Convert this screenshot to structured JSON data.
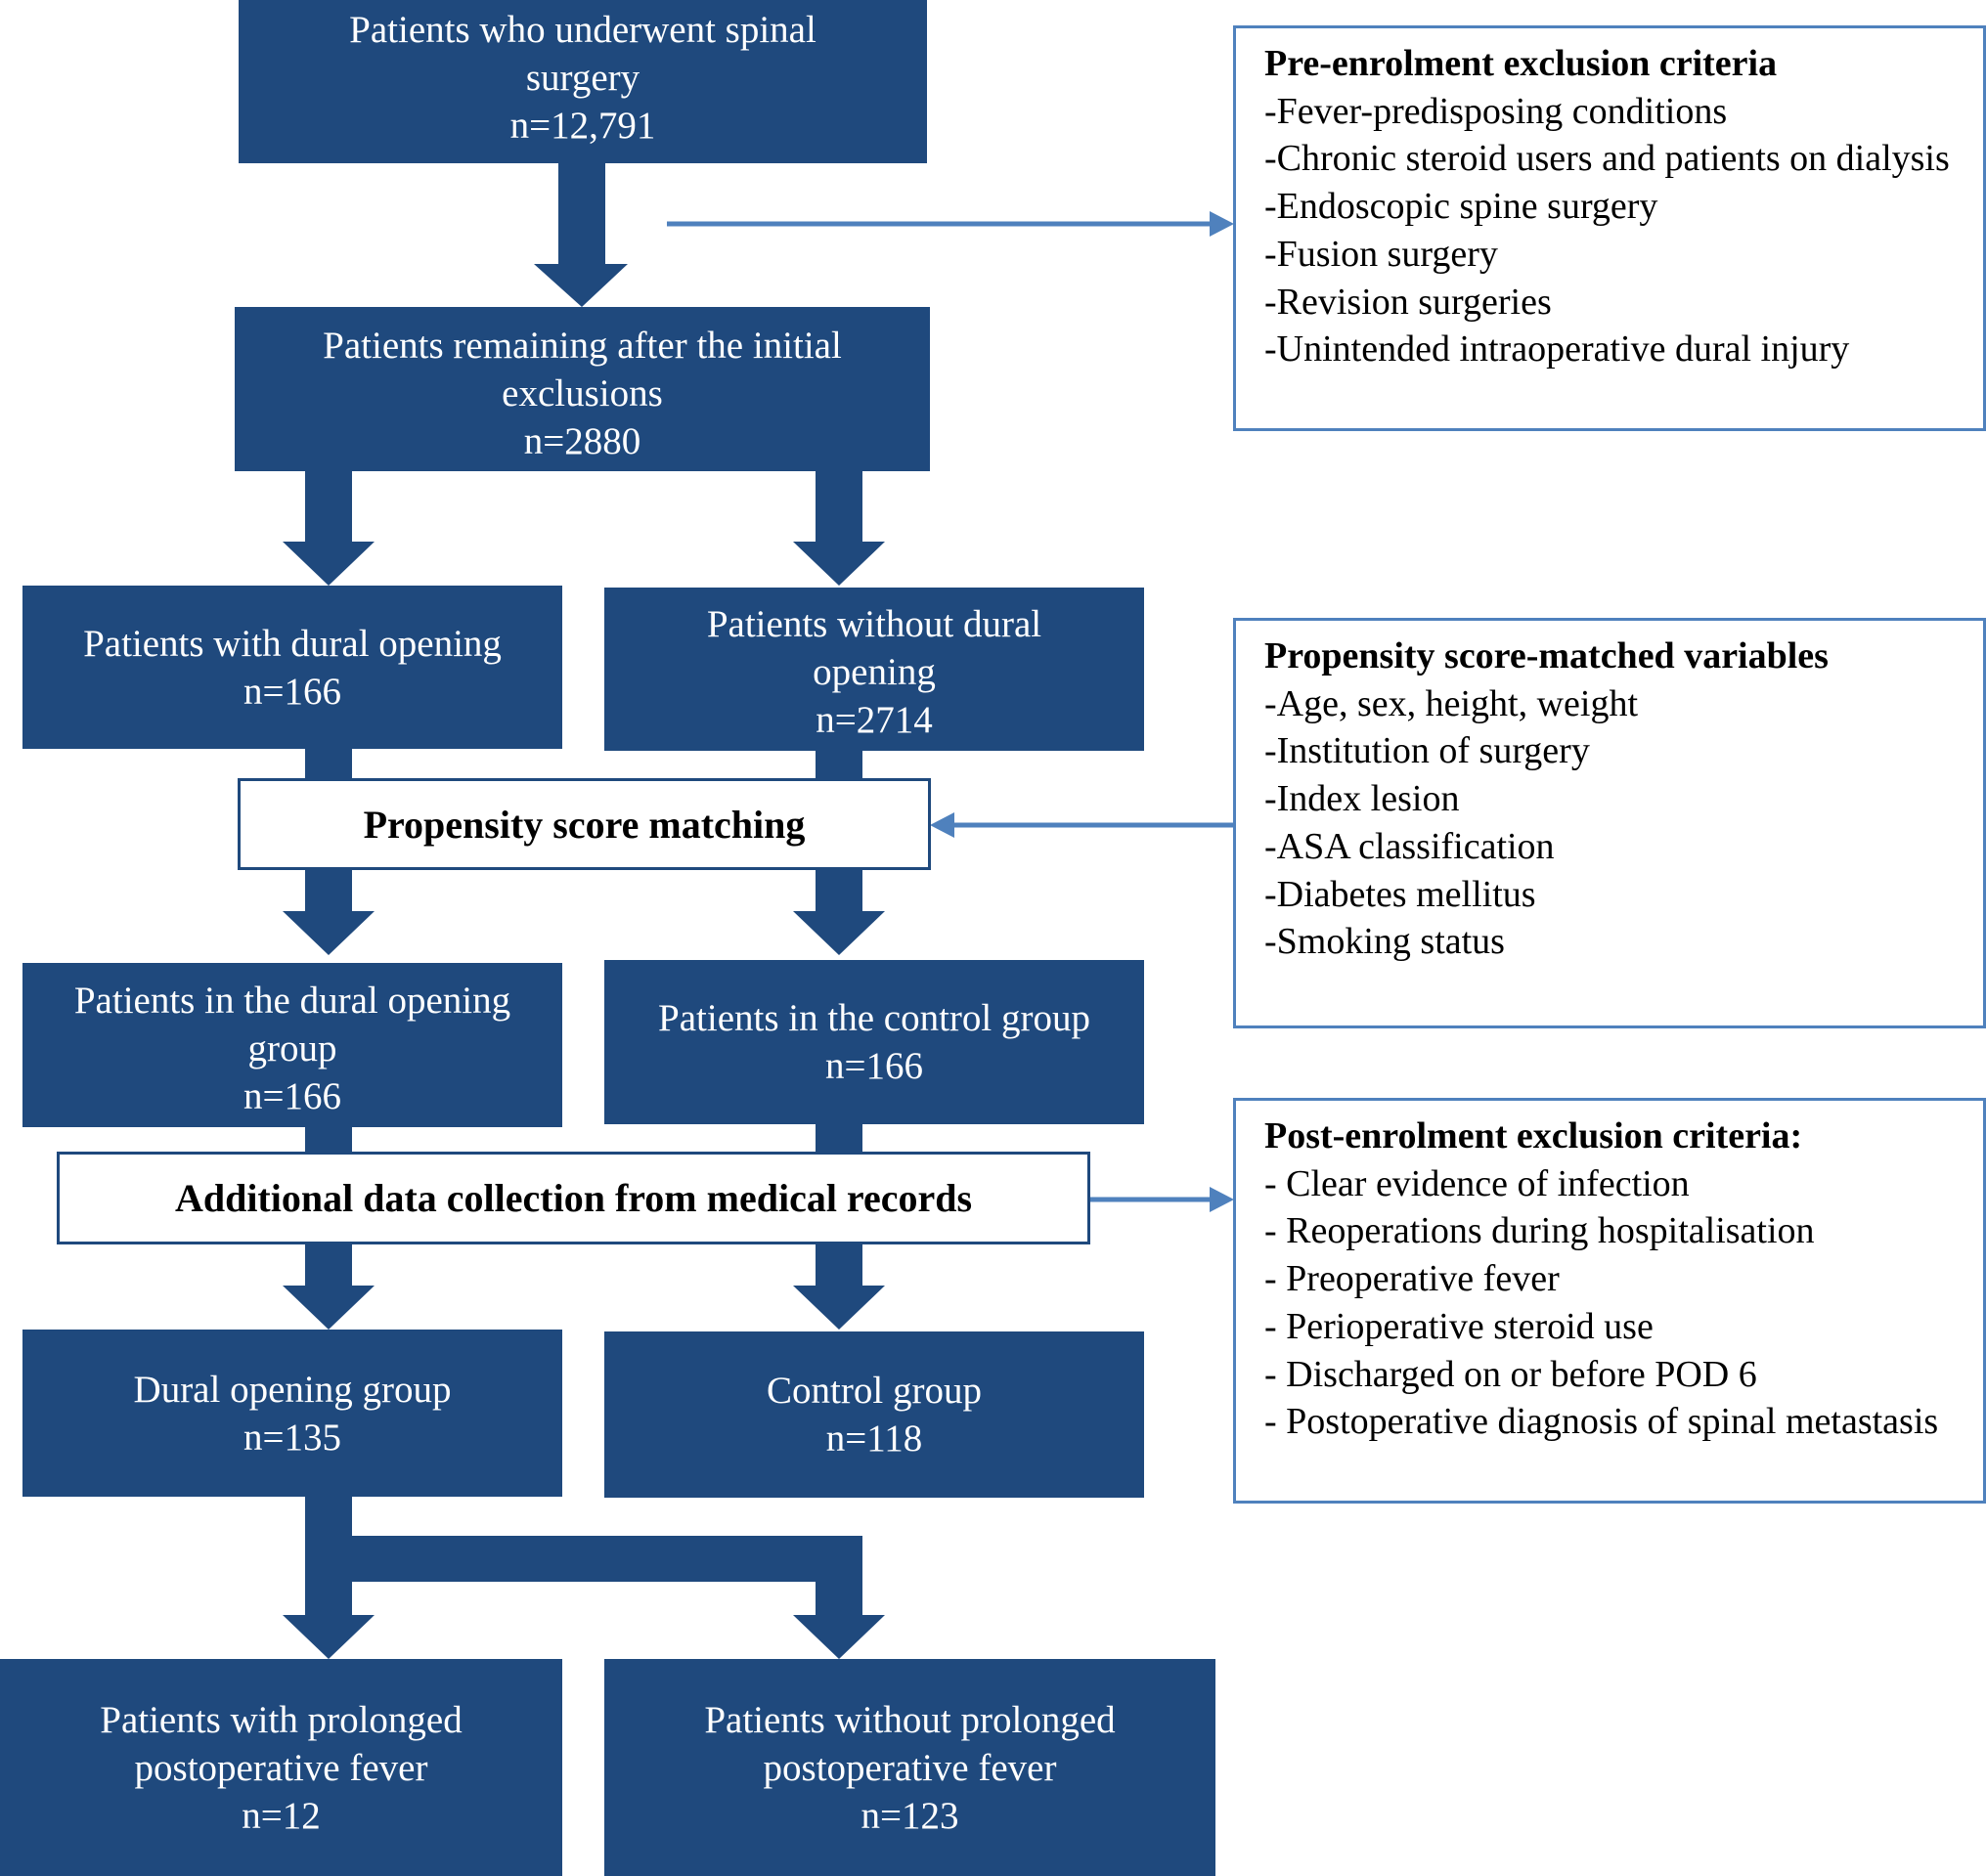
{
  "flow": {
    "total": {
      "text": "Patients who underwent spinal surgery",
      "n": "n=12,791"
    },
    "initial": {
      "text": "Patients remaining after the initial exclusions",
      "n": "n=2880"
    },
    "with_dural": {
      "text": "Patients with dural opening",
      "n": "n=166"
    },
    "without_dural": {
      "text": "Patients without dural opening",
      "n": "n=2714"
    },
    "psm_label": "Propensity score matching",
    "dural_group": {
      "text": "Patients in the dural opening group",
      "n": "n=166"
    },
    "control_group": {
      "text": "Patients in the control group",
      "n": "n=166"
    },
    "collection_label": "Additional data collection from medical records",
    "dural_final": {
      "text": "Dural opening group",
      "n": "n=135"
    },
    "control_final": {
      "text": "Control group",
      "n": "n=118"
    },
    "prolonged": {
      "text": "Patients with prolonged postoperative fever",
      "n": "n=12"
    },
    "no_prolonged": {
      "text": "Patients without prolonged postoperative fever",
      "n": "n=123"
    }
  },
  "pre_exclusion": {
    "title": "Pre-enrolment exclusion criteria",
    "items": [
      "-Fever-predisposing conditions",
      "-Chronic steroid users and patients on dialysis",
      "-Endoscopic spine surgery",
      "-Fusion surgery",
      "-Revision surgeries",
      "-Unintended intraoperative dural injury"
    ]
  },
  "psm_variables": {
    "title": "Propensity score-matched variables",
    "items": [
      "-Age, sex, height, weight",
      "-Institution of surgery",
      "-Index lesion",
      "-ASA classification",
      "-Diabetes mellitus",
      "-Smoking status"
    ]
  },
  "post_exclusion": {
    "title": "Post-enrolment exclusion criteria:",
    "items": [
      "- Clear evidence of infection",
      "- Reoperations during hospitalisation",
      "- Preoperative fever",
      "- Perioperative steroid use",
      "- Discharged on or before POD 6",
      "- Postoperative diagnosis of spinal metastasis"
    ]
  },
  "colors": {
    "box_fill": "#1f497d",
    "connector": "#4f81bd",
    "text_light": "#ffffff",
    "text_dark": "#000000"
  }
}
